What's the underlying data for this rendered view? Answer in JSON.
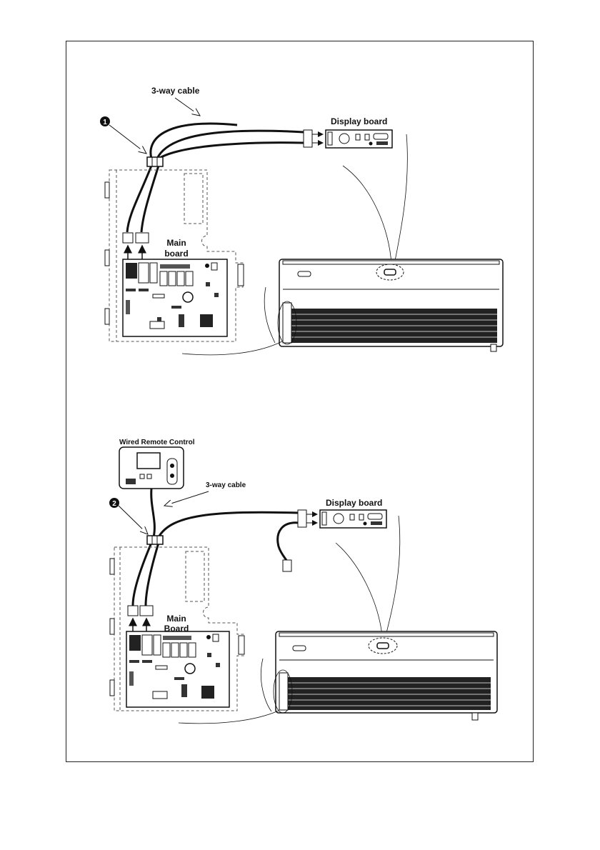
{
  "diagram_top": {
    "callout_number": "1",
    "cable_label": "3-way cable",
    "display_board_label": "Display board",
    "main_board_label_line1": "Main",
    "main_board_label_line2": "board"
  },
  "diagram_bottom": {
    "callout_number": "2",
    "remote_label": "Wired Remote Control",
    "cable_label": "3-way cable",
    "display_board_label": "Display board",
    "main_board_label_line1": "Main",
    "main_board_label_line2": "Board"
  },
  "colors": {
    "line": "#111111",
    "frame": "#222222",
    "dashed": "#555555"
  }
}
